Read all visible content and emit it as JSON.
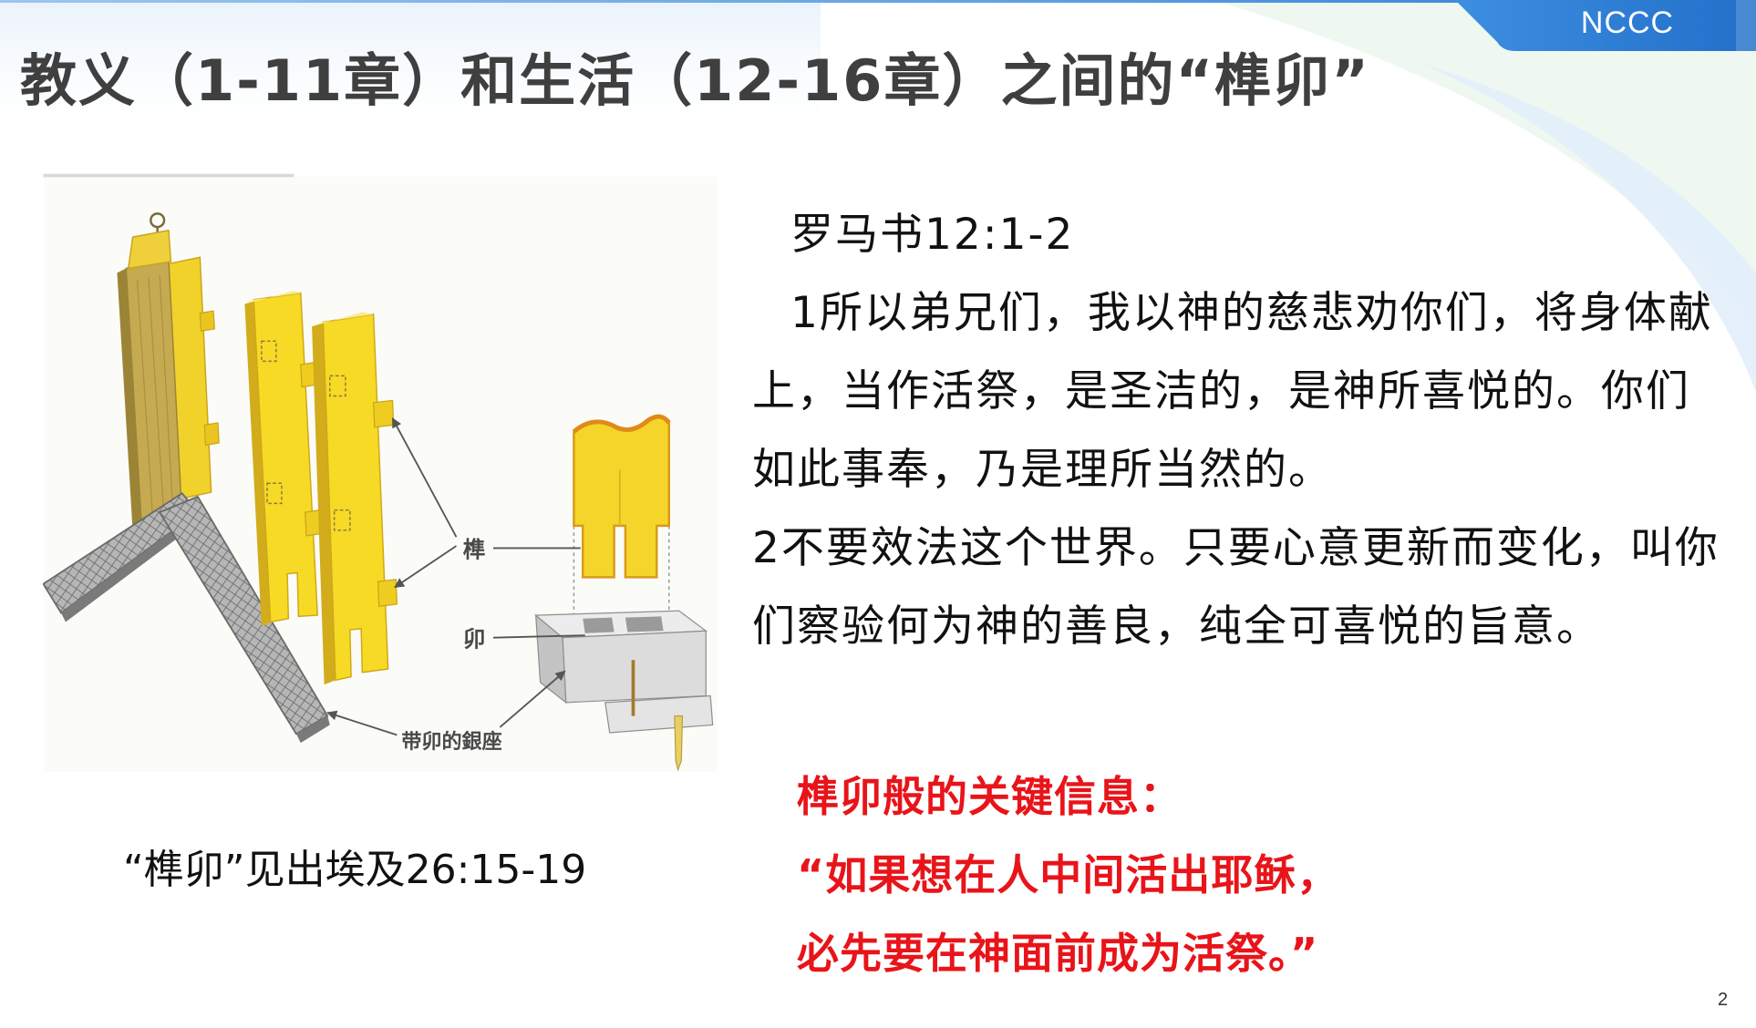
{
  "header": {
    "brand": "NCCC",
    "title": "教义（1-11章）和生活（12-16章）之间的“榫卯”"
  },
  "figure": {
    "labels": {
      "tenon": "榫",
      "mortise": "卯",
      "base": "带卯的銀座"
    },
    "caption": "“榫卯”见出埃及26:15-19"
  },
  "passage": {
    "reference": "罗马书12:1-2",
    "lines": [
      "1所以弟兄们，我以神的慈悲劝你们，将身体献",
      "上，当作活祭，是圣洁的，是神所喜悦的。你们",
      "如此事奉，乃是理所当然的。",
      "2不要效法这个世界。只要心意更新而变化，叫你",
      "们察验何为神的善良，纯全可喜悦的旨意。"
    ]
  },
  "key_message": {
    "heading": "榫卯般的关键信息：",
    "lines": [
      "“如果想在人中间活出耶稣，",
      "必先要在神面前成为活祭。”"
    ]
  },
  "page_number": "2",
  "colors": {
    "accent_blue": "#2e7bd6",
    "message_red": "#e8141a",
    "wood_yellow": "#f5d92a",
    "steel_gray": "#a8a8a8"
  }
}
